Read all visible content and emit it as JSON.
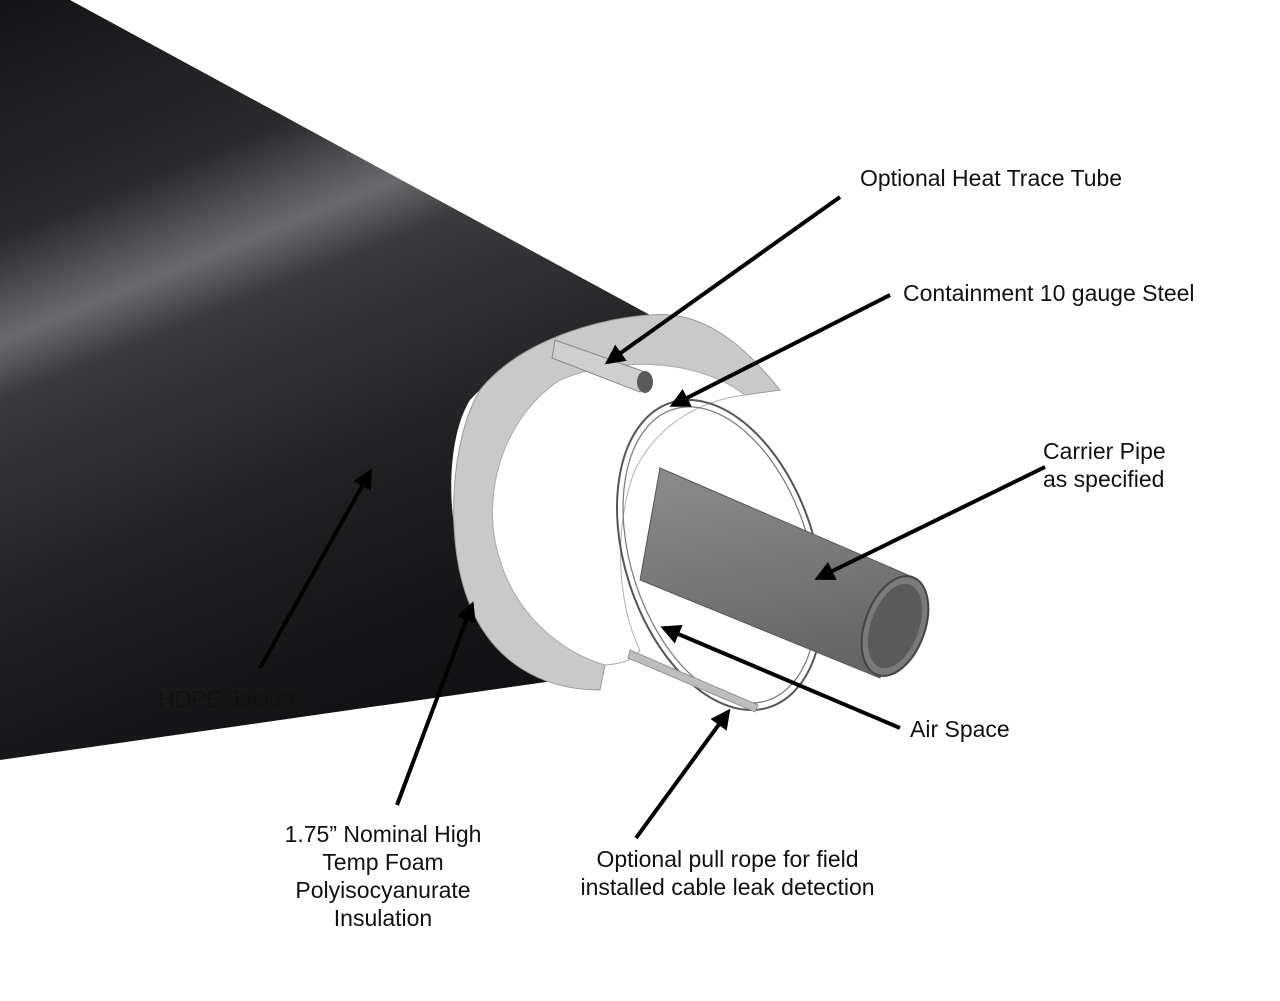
{
  "labels": {
    "heat_trace": "Optional Heat Trace Tube",
    "containment": "Containment 10 gauge Steel",
    "carrier": [
      "Carrier Pipe",
      "as specified"
    ],
    "hdpe": "HDPE Jacket",
    "air_space": "Air Space",
    "insulation": [
      "1.75” Nominal High",
      "Temp Foam",
      "Polyisocyanurate",
      "Insulation"
    ],
    "pull_rope": [
      "Optional pull rope for field",
      "installed cable leak detection"
    ]
  },
  "colors": {
    "jacket_dark": "#1c1c1e",
    "jacket_highlight": "#6a6a6c",
    "foam_face": "#c9c9c9",
    "steel_ring": "#ffffff",
    "carrier_pipe": "#7f7f7f",
    "carrier_pipe_end": "#5a5a5a",
    "arrow": "#000000"
  }
}
